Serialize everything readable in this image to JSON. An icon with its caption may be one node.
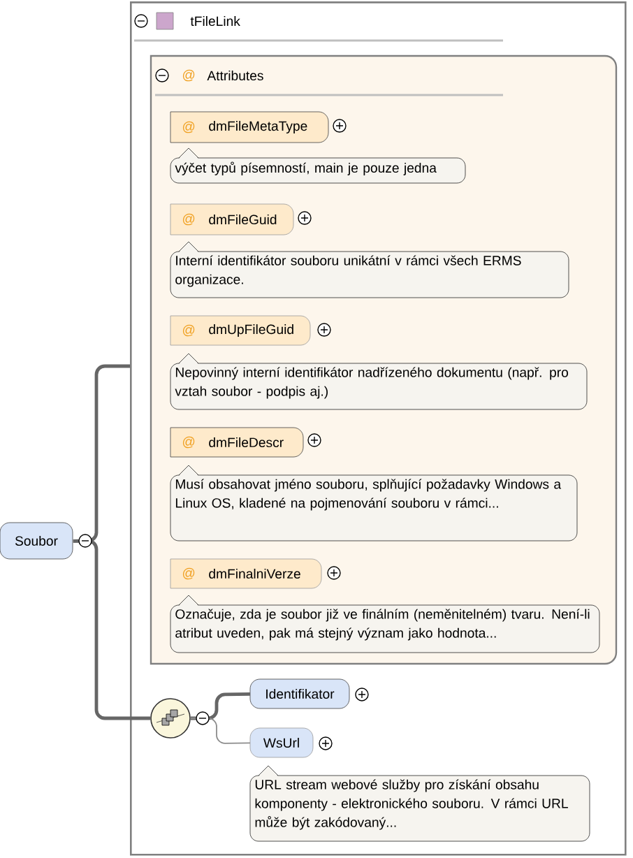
{
  "diagram": {
    "nodes": [
      {
        "text": [
          "Soubor"
        ]
      },
      {
        "text": [
          "tFileLink"
        ]
      },
      {
        "text": [
          "@",
          "Attributes"
        ],
        "in": 1
      },
      {
        "text": [
          "@",
          "dmFileMetaType"
        ],
        "in": 2
      },
      {
        "text": [
          "výčet typů písemností, main je pouze jedna"
        ],
        "in": 2
      },
      {
        "text": [
          "@",
          "dmFileGuid"
        ],
        "in": 2
      },
      {
        "text": [
          "Interní identifikátor souboru unikátní v rámci všech ERMS organizace."
        ],
        "in": 2
      },
      {
        "text": [
          "@",
          "dmUpFileGuid"
        ],
        "in": 2
      },
      {
        "text": [
          "Nepovinný interní identifikátor nadřízeného dokumentu (např. pro vztah soubor - podpis aj.)"
        ],
        "in": 2
      },
      {
        "text": [
          "@",
          "dmFileDescr"
        ],
        "in": 2
      },
      {
        "text": [
          "Musí obsahovat jméno souboru, splňující požadavky Windows a Linux OS, kladené na pojmenování souboru v rámci..."
        ],
        "in": 2
      },
      {
        "text": [
          "@",
          "dmFinalniVerze"
        ],
        "in": 2
      },
      {
        "text": [
          "Označuje, zda je soubor již ve finálním (neměnitelném) tvaru. Není-li atribut uveden, pak má stejný význam jako hodnota..."
        ],
        "in": 2
      },
      {
        "text": [],
        "shape": "circle",
        "in": 1
      },
      {
        "text": [
          "Identifikator"
        ],
        "in": 1
      },
      {
        "text": [
          "WsUrl"
        ],
        "in": 1
      },
      {
        "text": [
          "URL stream webové služby pro získání obsahu komponenty - elektronického souboru. V rámci URL může být zakódovaný..."
        ],
        "in": 1
      }
    ],
    "edges": [
      {
        "from": 0,
        "to": 1,
        "arrow": "none"
      },
      {
        "from": 0,
        "to": 13,
        "arrow": "none"
      },
      {
        "from": 13,
        "to": 14,
        "arrow": "none"
      },
      {
        "from": 13,
        "to": 15,
        "arrow": "none",
        "color": "#8c8c8c"
      }
    ]
  }
}
